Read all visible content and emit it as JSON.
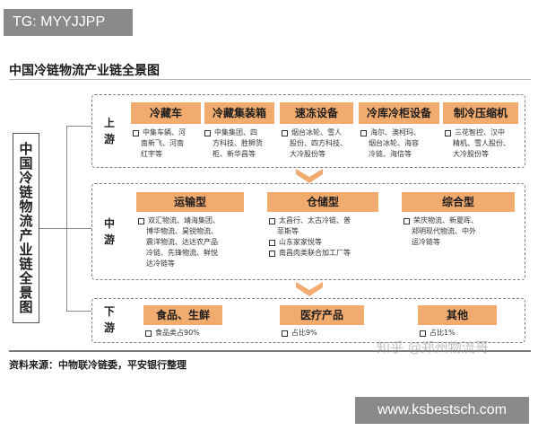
{
  "watermark_top": "TG: MYYJJPP",
  "watermark_bottom": "www.ksbestsch.com",
  "watermark_zhihu": "知乎 @郑州物流哥",
  "title": "中国冷链物流产业链全景图",
  "vertical_label": "中国冷链物流产业链全景图",
  "source": "资料来源：中物联冷链委，平安银行整理",
  "colors": {
    "category_bg": "#f2ab6e",
    "border": "#7f7f7f"
  },
  "upstream": {
    "stage": "上游",
    "categories": [
      {
        "label": "冷藏车",
        "desc": [
          "中集车辆、河",
          "南新飞、河南",
          "红宇等"
        ]
      },
      {
        "label": "冷藏集装箱",
        "desc": [
          "中集集团、四",
          "方科技、胜狮货",
          "柜、新华昌等"
        ]
      },
      {
        "label": "速冻设备",
        "desc": [
          "烟台冰轮、雪人",
          "股份、四方科技、",
          "大冷股份等"
        ]
      },
      {
        "label": "冷库冷柜设备",
        "desc": [
          "海尔、澳柯玛、",
          "烟台冰轮、海容",
          "冷链、海信等"
        ]
      },
      {
        "label": "制冷压缩机",
        "desc": [
          "三花智控、汉中",
          "精机、雪人股份、",
          "大冷股份等"
        ]
      }
    ]
  },
  "midstream": {
    "stage": "中游",
    "categories": [
      {
        "label": "运输型",
        "items": [
          [
            "双汇物流、靖海集团、",
            "博华物流、昊锐物流、",
            "震洋物流、达达农产品",
            "冷链、先锋物流、鲜悦",
            "达冷链等"
          ]
        ]
      },
      {
        "label": "仓储型",
        "items": [
          [
            "太昌行、太古冷链、普",
            "菲斯等"
          ],
          [
            "山东家家悦等"
          ],
          [
            "南昌肉类联合加工厂等"
          ]
        ]
      },
      {
        "label": "综合型",
        "items": [
          [
            "荣庆物流、新夏晖、",
            "郑明现代物流、中外",
            "运冷链等"
          ]
        ]
      }
    ]
  },
  "downstream": {
    "stage": "下游",
    "categories": [
      {
        "label": "食品、生鲜",
        "desc": "食品类占90%"
      },
      {
        "label": "医疗产品",
        "desc": "占比9%"
      },
      {
        "label": "其他",
        "desc": "占比1%"
      }
    ]
  }
}
